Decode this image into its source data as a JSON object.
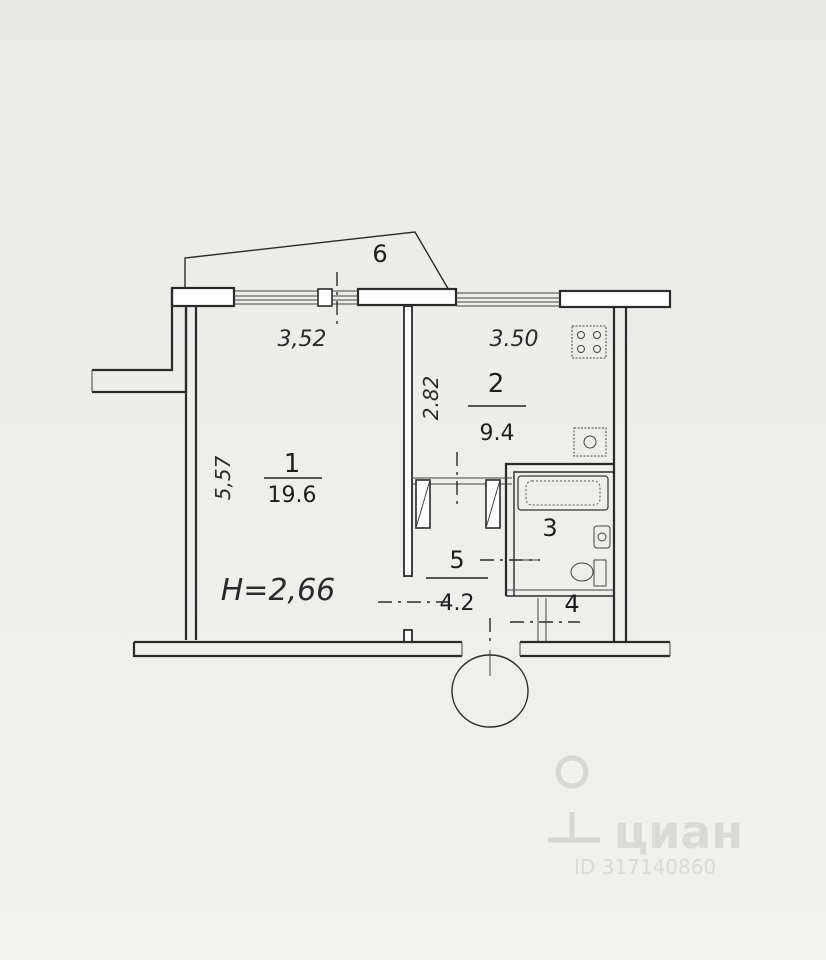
{
  "plan": {
    "rooms": [
      {
        "number": "1",
        "area": "19.6"
      },
      {
        "number": "2",
        "area": "9.4"
      },
      {
        "number": "3"
      },
      {
        "number": "4"
      },
      {
        "number": "5",
        "area": "4.2"
      },
      {
        "number": "6"
      }
    ],
    "dimensions": {
      "room1_width": "3,52",
      "room1_length": "5,57",
      "room2_width": "3.50",
      "room2_length": "2.82"
    },
    "ceiling_height": "H=2,66"
  },
  "watermark": {
    "brand": "циан",
    "id_text": "ID 317140860"
  }
}
